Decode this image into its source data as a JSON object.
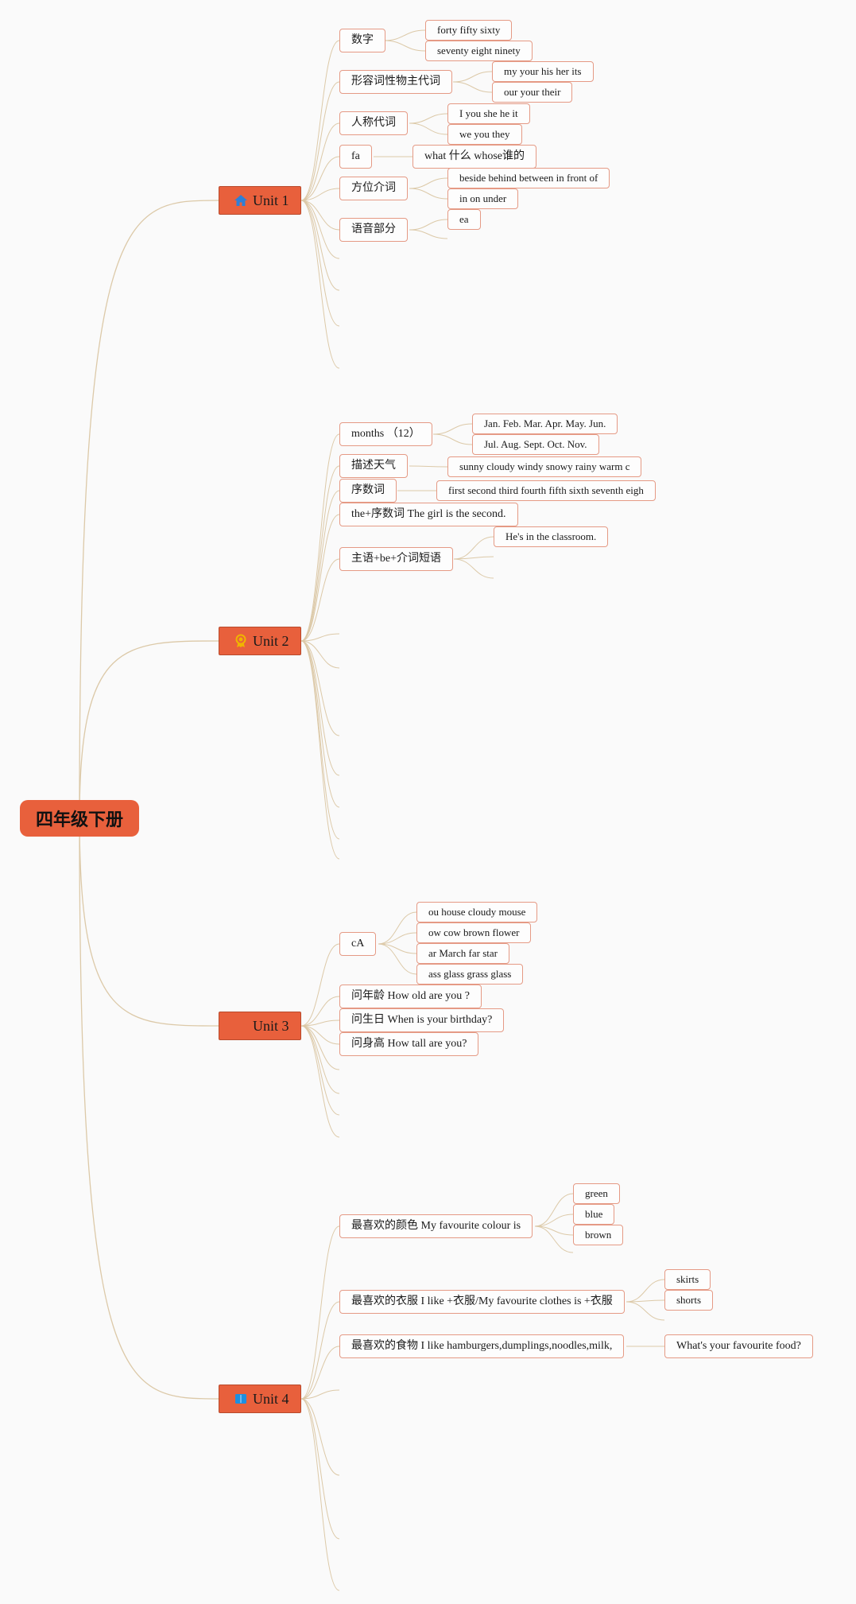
{
  "root": {
    "label": "四年级下册"
  },
  "colors": {
    "accent": "#e8603c",
    "leaf_border": "#e59a85",
    "line": "#dcc9a8"
  },
  "units": [
    {
      "label": "Unit 1",
      "icon": "house-icon",
      "icon_color": "#2f7fd6",
      "branches": [
        {
          "label": "数字",
          "children": [
            "forty fifty sixty",
            "seventy eight ninety"
          ]
        },
        {
          "label": "形容词性物主代词",
          "children": [
            "my your his her its",
            "our your their"
          ]
        },
        {
          "label": "人称代词",
          "children": [
            "I you she he it",
            "we you they"
          ]
        },
        {
          "label": "fa",
          "children": [
            "what 什么 whose谁的"
          ]
        },
        {
          "label": "方位介词",
          "children": [
            "beside behind between in front of",
            "in on under"
          ]
        },
        {
          "label": "语音部分",
          "children": [
            "ea"
          ]
        }
      ]
    },
    {
      "label": "Unit 2",
      "icon": "award-icon",
      "icon_color": "#f0b400",
      "branches": [
        {
          "label": "months （12）",
          "children": [
            "Jan. Feb. Mar. Apr. May. Jun.",
            "Jul. Aug. Sept. Oct. Nov."
          ]
        },
        {
          "label": "描述天气",
          "children": [
            "sunny cloudy windy snowy rainy warm c"
          ]
        },
        {
          "label": "序数词",
          "children": [
            "first second third fourth fifth sixth seventh eigh"
          ]
        },
        {
          "label": "the+序数词 The girl is the second.",
          "children": []
        },
        {
          "label": "主语+be+介词短语",
          "children": [
            "He's in the classroom."
          ]
        }
      ]
    },
    {
      "label": "Unit 3",
      "icon": "flag-icon",
      "icon_color": "#e8603c",
      "branches": [
        {
          "label": "cA",
          "children": [
            "ou house cloudy mouse",
            "ow cow brown flower",
            "ar March far star",
            "ass glass grass glass"
          ]
        },
        {
          "label": "问年龄 How old are you ?",
          "children": []
        },
        {
          "label": "问生日 When is your birthday?",
          "children": []
        },
        {
          "label": "问身高 How tall are you?",
          "children": []
        }
      ]
    },
    {
      "label": "Unit 4",
      "icon": "book-icon",
      "icon_color": "#1e8fe0",
      "branches": [
        {
          "label": "最喜欢的颜色 My favourite colour is",
          "children": [
            "green",
            "blue",
            "brown"
          ]
        },
        {
          "label": "最喜欢的衣服 I like +衣服/My favourite clothes is +衣服",
          "children": [
            "skirts",
            "shorts"
          ]
        },
        {
          "label": "最喜欢的食物 I like hamburgers,dumplings,noodles,milk,",
          "children": [
            "What's your favourite food?"
          ]
        }
      ]
    }
  ]
}
